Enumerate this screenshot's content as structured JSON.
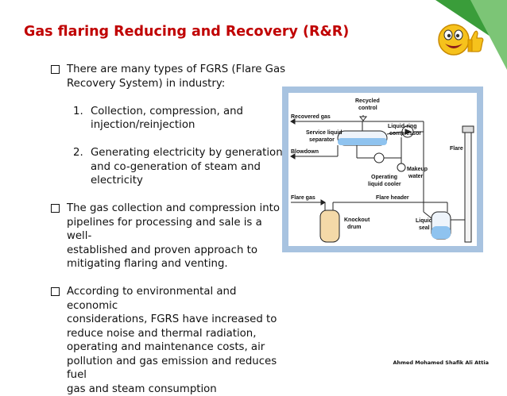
{
  "slide": {
    "title": "Gas flaring Reducing and Recovery (R&R)",
    "footer": "Ahmed Mohamed Shafik Ali Attia"
  },
  "icons": {
    "bullet": "checkbox-square-icon",
    "emoji": "thumbs-up-smiley-icon"
  },
  "colors": {
    "title": "#c00000",
    "accent": "#4caf50",
    "diagram_frame": "#a8c3e0"
  },
  "bullets": [
    {
      "text_lines": [
        "There are many types of FGRS (Flare Gas",
        "Recovery System) in industry:"
      ]
    },
    {
      "text_lines": [
        "The gas collection and compression into",
        "pipelines for processing and sale is a well-",
        "established and proven approach to",
        "mitigating flaring and venting."
      ]
    },
    {
      "text_lines": [
        "According to environmental and economic",
        "considerations, FGRS have increased to",
        "reduce noise and thermal radiation,",
        "operating and maintenance costs, air",
        "pollution and gas emission and reduces fuel",
        "gas and steam consumption"
      ]
    }
  ],
  "numbered": [
    {
      "n": "1.",
      "lines": [
        "Collection, compression, and",
        "injection/reinjection"
      ]
    },
    {
      "n": "2.",
      "lines": [
        "Generating electricity by generation",
        "and co-generation of steam and",
        "electricity"
      ]
    }
  ],
  "diagram": {
    "recycled_control": [
      "Recycled",
      "control"
    ],
    "recovered_gas": "Recovered gas",
    "service_liquid_separator": [
      "Service liquid",
      "separator"
    ],
    "liquid_ring_compressor": [
      "Liquid-ring",
      "compressor"
    ],
    "flare": "Flare",
    "blowdown": "Blowdown",
    "makeup_water": [
      "Makeup",
      "water"
    ],
    "operating_liquid_cooler": [
      "Operating",
      "liquid cooler"
    ],
    "flare_gas": "Flare gas",
    "flare_header": "Flare header",
    "knockout_drum": [
      "Knockout",
      "drum"
    ],
    "liquid_seal": [
      "Liquid",
      "seal"
    ]
  }
}
